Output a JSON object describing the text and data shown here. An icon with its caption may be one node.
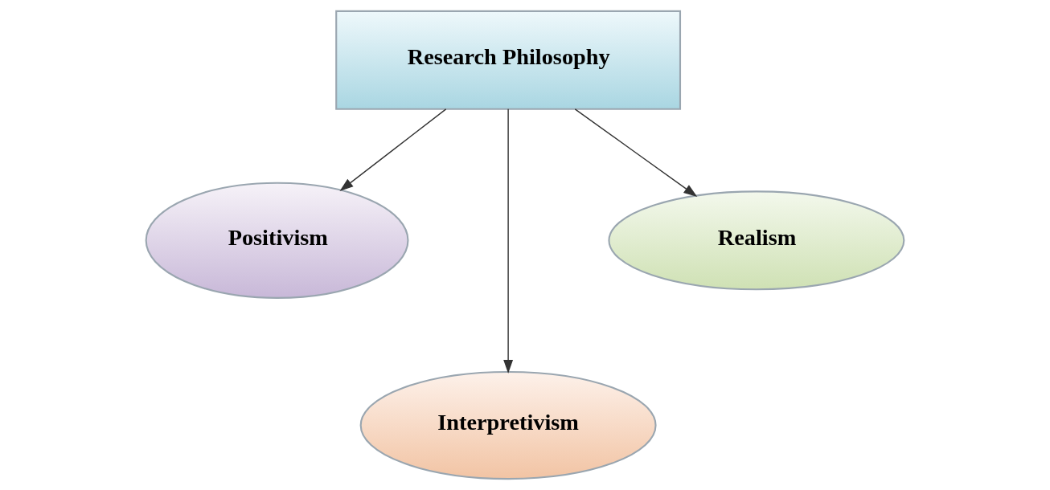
{
  "diagram": {
    "nodes": [
      {
        "text": [
          "Research Philosophy"
        ]
      },
      {
        "text": [
          "Positivism"
        ]
      },
      {
        "text": [
          "Interpretivism"
        ]
      },
      {
        "text": [
          "Realism"
        ]
      }
    ],
    "edges": [
      {
        "from": 0,
        "to": 1,
        "arrow": "to"
      },
      {
        "from": 0,
        "to": 2,
        "arrow": "to"
      },
      {
        "from": 0,
        "to": 3,
        "arrow": "to"
      }
    ]
  }
}
